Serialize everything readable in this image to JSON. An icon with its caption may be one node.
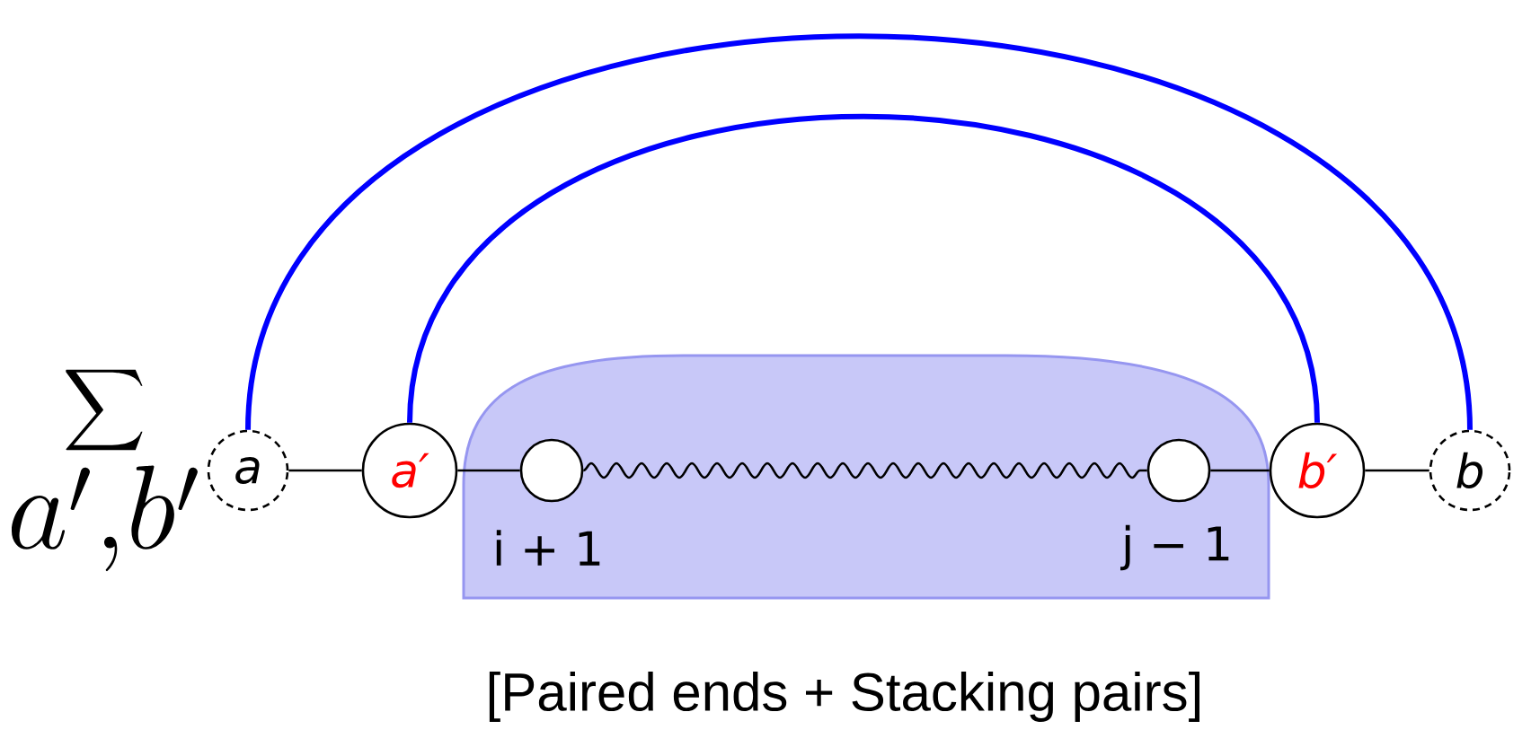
{
  "diagram": {
    "caption": "[Paired ends + Stacking pairs]",
    "nodes": [
      {
        "text": [],
        "shape": "band"
      },
      {
        "text": [
          "a"
        ]
      },
      {
        "text": [
          "a′"
        ]
      },
      {
        "text": [],
        "shape": "circle",
        "in": 0,
        "beside": [
          "i + 1"
        ]
      },
      {
        "text": [],
        "shape": "circle",
        "in": 0,
        "beside": [
          "j − 1"
        ]
      },
      {
        "text": [
          "b′"
        ]
      },
      {
        "text": [
          "b"
        ]
      }
    ],
    "edges": [
      {
        "from": 1,
        "to": 2,
        "arrow": "none"
      },
      {
        "from": 2,
        "to": 3,
        "arrow": "none"
      },
      {
        "from": 3,
        "to": 4,
        "arrow": "none"
      },
      {
        "from": 4,
        "to": 5,
        "arrow": "none"
      },
      {
        "from": 5,
        "to": 6,
        "arrow": "none"
      },
      {
        "from": 2,
        "to": 5,
        "arrow": "none",
        "style": "thick",
        "color": "#0000ff"
      },
      {
        "from": 1,
        "to": 6,
        "arrow": "none",
        "style": "thick",
        "color": "#0000ff"
      }
    ],
    "labels": [
      "\\sum_{a',b'}"
    ]
  }
}
